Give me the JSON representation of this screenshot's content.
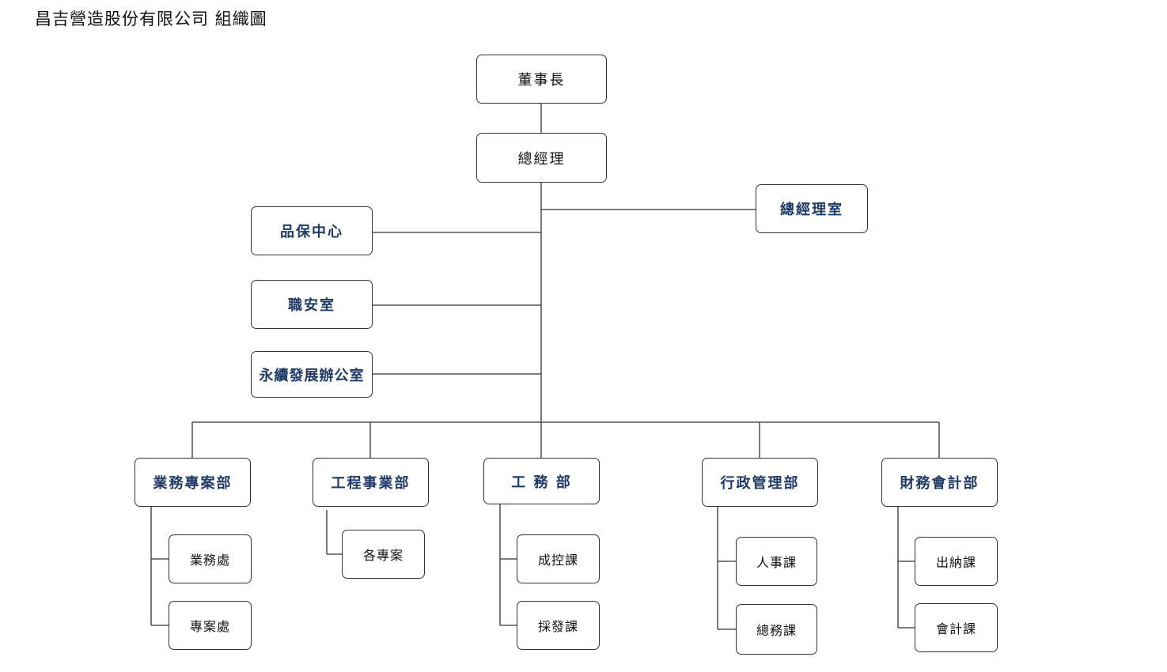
{
  "title": "昌吉營造股份有限公司  組織圖",
  "nodes": {
    "chairman": "董事長",
    "general_manager": "總經理",
    "gm_office": "總經理室",
    "quality_center": "品保中心",
    "safety_office": "職安室",
    "sustainability_office": "永續發展辦公室"
  },
  "departments": [
    {
      "name": "業務專案部",
      "units": [
        "業務處",
        "專案處"
      ]
    },
    {
      "name": "工程事業部",
      "units": [
        "各專案"
      ]
    },
    {
      "name": "工 務 部",
      "units": [
        "成控課",
        "採發課"
      ]
    },
    {
      "name": "行政管理部",
      "units": [
        "人事課",
        "總務課"
      ]
    },
    {
      "name": "財務會計部",
      "units": [
        "出納課",
        "會計課"
      ]
    }
  ],
  "colors": {
    "line": "#333333",
    "blue_text": "#1f3a66",
    "black_text": "#111111"
  }
}
